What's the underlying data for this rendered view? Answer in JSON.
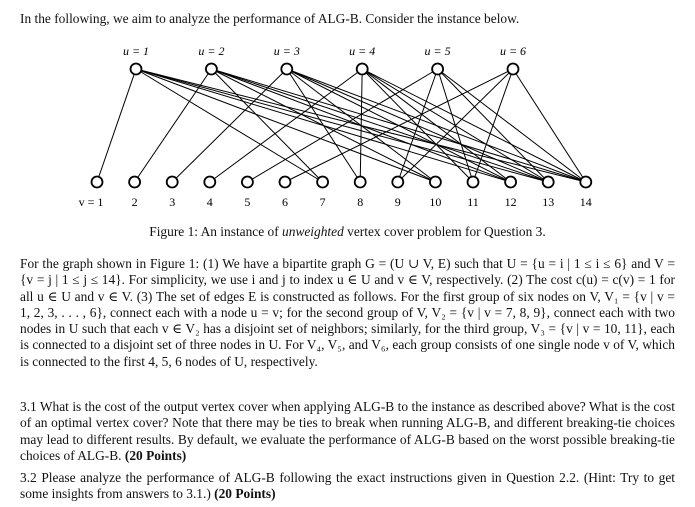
{
  "intro": "In the following, we aim to analyze the performance of ALG-B. Consider the instance below.",
  "figure": {
    "u_labels": [
      "u = 1",
      "u = 2",
      "u = 3",
      "u = 4",
      "u = 5",
      "u = 6"
    ],
    "v_labels": [
      "v = 1",
      "2",
      "3",
      "4",
      "5",
      "6",
      "7",
      "8",
      "9",
      "10",
      "11",
      "12",
      "13",
      "14"
    ],
    "edges": [
      [
        1,
        1
      ],
      [
        2,
        2
      ],
      [
        3,
        3
      ],
      [
        4,
        4
      ],
      [
        5,
        5
      ],
      [
        6,
        6
      ],
      [
        1,
        7
      ],
      [
        2,
        7
      ],
      [
        3,
        8
      ],
      [
        4,
        8
      ],
      [
        5,
        9
      ],
      [
        6,
        9
      ],
      [
        1,
        10
      ],
      [
        2,
        10
      ],
      [
        3,
        10
      ],
      [
        4,
        11
      ],
      [
        5,
        11
      ],
      [
        6,
        11
      ],
      [
        1,
        12
      ],
      [
        2,
        12
      ],
      [
        3,
        12
      ],
      [
        4,
        12
      ],
      [
        1,
        13
      ],
      [
        2,
        13
      ],
      [
        3,
        13
      ],
      [
        4,
        13
      ],
      [
        5,
        13
      ],
      [
        1,
        14
      ],
      [
        2,
        14
      ],
      [
        3,
        14
      ],
      [
        4,
        14
      ],
      [
        5,
        14
      ],
      [
        6,
        14
      ]
    ],
    "caption_prefix": "Figure 1: An instance of ",
    "caption_emph": "unweighted",
    "caption_suffix": " vertex cover problem for Question 3."
  },
  "paragraph": "For the graph shown in Figure 1: (1) We have a bipartite graph G = (U ∪ V, E) such that U = {u = i | 1 ≤ i ≤ 6} and V = {v = j | 1 ≤ j ≤ 14}. For simplicity, we use i and j to index u ∈ U and v ∈ V, respectively. (2) The cost c(u) = c(v) = 1 for all u ∈ U and v ∈ V. (3) The set of edges E is constructed as follows. For the first group of six nodes on V, V₁ = {v | v = 1, 2, 3, . . . , 6}, connect each with a node u = v; for the second group of V, V₂ = {v | v = 7, 8, 9}, connect each with two nodes in U such that each v ∈ V₂ has a disjoint set of neighbors; similarly, for the third group, V₃ = {v | v = 10, 11}, each is connected to a disjoint set of three nodes in U. For V₄, V₅, and V₆, each group consists of one single node v of V, which is connected to the first 4, 5, 6 nodes of U, respectively.",
  "q31": {
    "text": "3.1 What is the cost of the output vertex cover when applying ALG-B to the instance as described above? What is the cost of an optimal vertex cover? Note that there may be ties to break when running ALG-B, and different breaking-tie choices may lead to different results. By default, we evaluate the performance of ALG-B based on the worst possible breaking-tie choices of ALG-B. ",
    "points": "(20 Points)"
  },
  "q32": {
    "text": "3.2 Please analyze the performance of ALG-B following the exact instructions given in Question 2.2. (Hint: Try to get some insights from answers to 3.1.) ",
    "points": "(20 Points)"
  }
}
